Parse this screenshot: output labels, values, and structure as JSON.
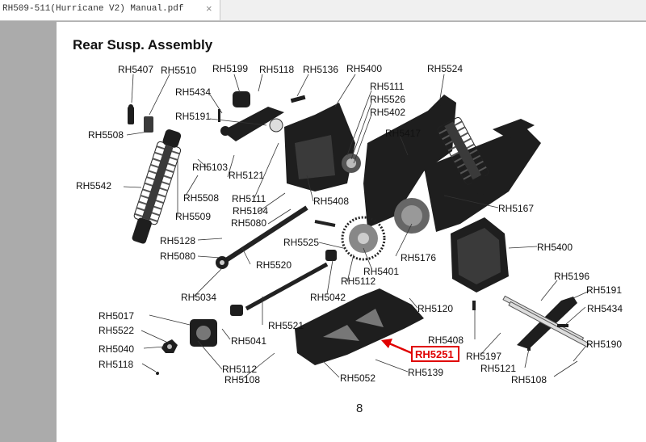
{
  "tab": {
    "title": "RH509-511(Hurricane V2) Manual.pdf",
    "close_icon": "×"
  },
  "page": {
    "heading": "Rear Susp. Assembly",
    "page_number": "8",
    "highlight_label": "RH5251",
    "highlight_color": "#e00000",
    "labels": [
      "RH5407",
      "RH5510",
      "RH5199",
      "RH5118",
      "RH5136",
      "RH5400",
      "RH5524",
      "RH5111",
      "RH5526",
      "RH5402",
      "RH5434",
      "RH5191",
      "RH5508",
      "RH5417",
      "RH5103",
      "RH5121",
      "RH5508",
      "RH5542",
      "RH5111",
      "RH5104",
      "RH5408",
      "RH5509",
      "RH5080",
      "RH5167",
      "RH5128",
      "RH5525",
      "RH5400",
      "RH5080",
      "RH5520",
      "RH5176",
      "RH5401",
      "RH5196",
      "RH5042",
      "RH5112",
      "RH5191",
      "RH5034",
      "RH5017",
      "RH5120",
      "RH5434",
      "RH5522",
      "RH5521",
      "RH5041",
      "RH5408",
      "RH5040",
      "RH5118",
      "RH5112",
      "RH5108",
      "RH5052",
      "RH5139",
      "RH5197",
      "RH5121",
      "RH5108",
      "RH5190"
    ]
  }
}
